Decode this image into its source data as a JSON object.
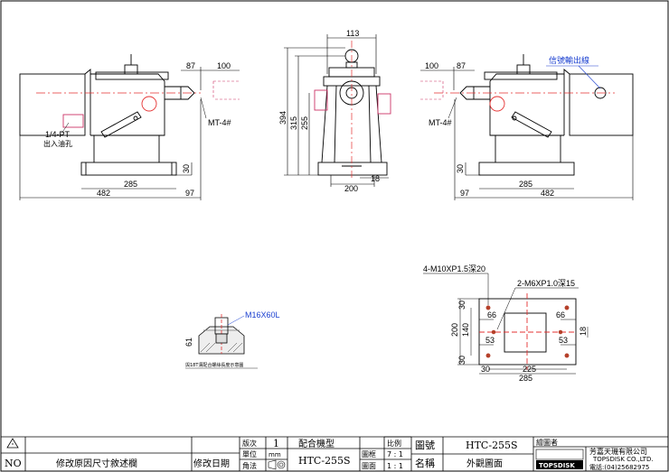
{
  "views": {
    "front": {
      "dims": {
        "d87": "87",
        "d100": "100",
        "d285": "285",
        "d482": "482",
        "d97": "97",
        "d30": "30"
      },
      "labels": {
        "mt": "MT-4#",
        "pt": "1/4-PT",
        "oil": "出入油孔"
      }
    },
    "side": {
      "dims": {
        "d113": "113",
        "d394": "394",
        "d315": "315",
        "d255": "255",
        "d200": "200",
        "d18": "18"
      }
    },
    "rear": {
      "dims": {
        "d100": "100",
        "d87": "87",
        "d285": "285",
        "d482": "482",
        "d97": "97",
        "d30": "30"
      },
      "labels": {
        "mt": "MT-4#",
        "signal": "信號輸出線"
      }
    },
    "plan": {
      "dims": {
        "d66a": "66",
        "d66b": "66",
        "d53a": "53",
        "d53b": "53",
        "d30a": "30",
        "d30b": "30",
        "d30c": "30",
        "d140": "140",
        "d200": "200",
        "d225": "225",
        "d285": "285",
        "d18": "18"
      },
      "labels": {
        "holes1": "4-M10XP1.5深20",
        "holes2": "2-M6XP1.0深15"
      }
    },
    "detail": {
      "labels": {
        "bolt": "M16X60L",
        "d61": "61",
        "caption": "與18T溝配合螺絲長度示意圖"
      }
    }
  },
  "title_block": {
    "no": "NO",
    "revision_note": "修改原因尺寸敘述欄",
    "revision_date": "修改日期",
    "version_label": "版次",
    "version": "1",
    "unit_label": "單位",
    "unit": "mm",
    "projection_label": "角法",
    "matched_label": "配合機型",
    "matched": "HTC-255S",
    "scale_label": "比例",
    "scale_frame_label": "圖框",
    "scale_frame": "7 : 1",
    "scale_drawing_label": "圖面",
    "scale_drawing": "1 : 1",
    "drawing_no_label": "圖號",
    "drawing_no": "HTC-255S",
    "name_label": "名稱",
    "name": "外觀圖面",
    "drawer_label": "繪圖者",
    "company_cn": "芳嘉天璣有限公司",
    "company_en": "TOPSDISK CO.,LTD.",
    "phone": "電話:(04)25682975",
    "logo_text": "TOPSDISK"
  }
}
